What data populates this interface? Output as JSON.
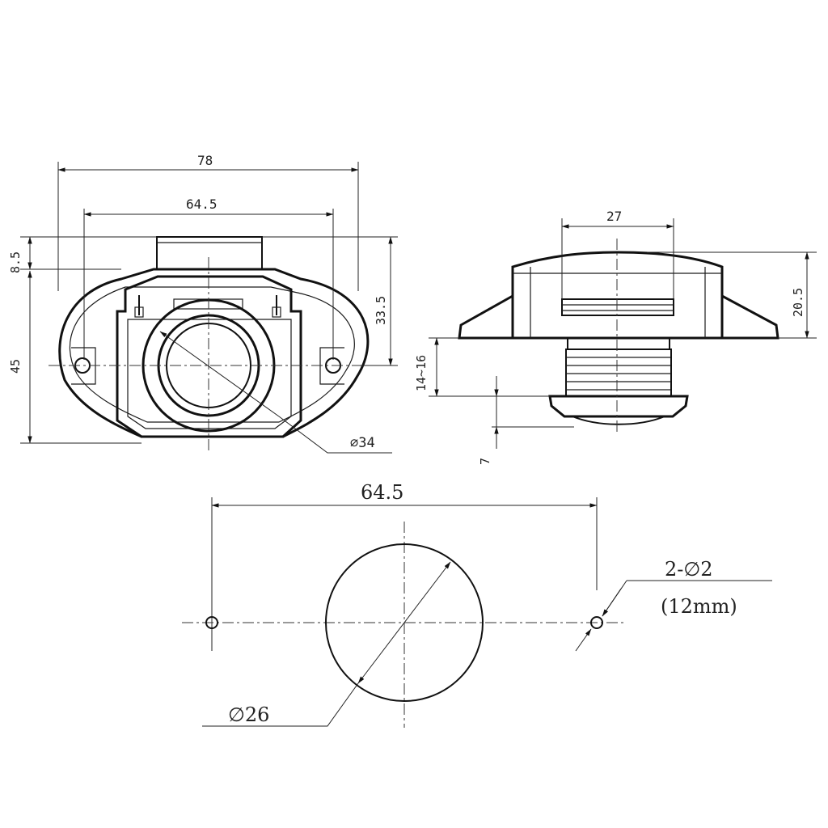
{
  "front_view": {
    "dim_overall_width": "78",
    "dim_mount_spacing": "64.5",
    "dim_top_offset": "8.5",
    "dim_height": "45",
    "dim_body_height": "33.5",
    "dim_button_diameter": "∅34"
  },
  "side_view": {
    "dim_cap_width": "27",
    "dim_cap_height": "20.5",
    "dim_thread_range": "14~16",
    "dim_button_protrusion": "7"
  },
  "cutout_template": {
    "dim_hole_spacing": "64.5",
    "dim_hole_callout": "2-∅2",
    "dim_hole_note": "(12mm)",
    "dim_cutout_diameter": "∅26"
  }
}
